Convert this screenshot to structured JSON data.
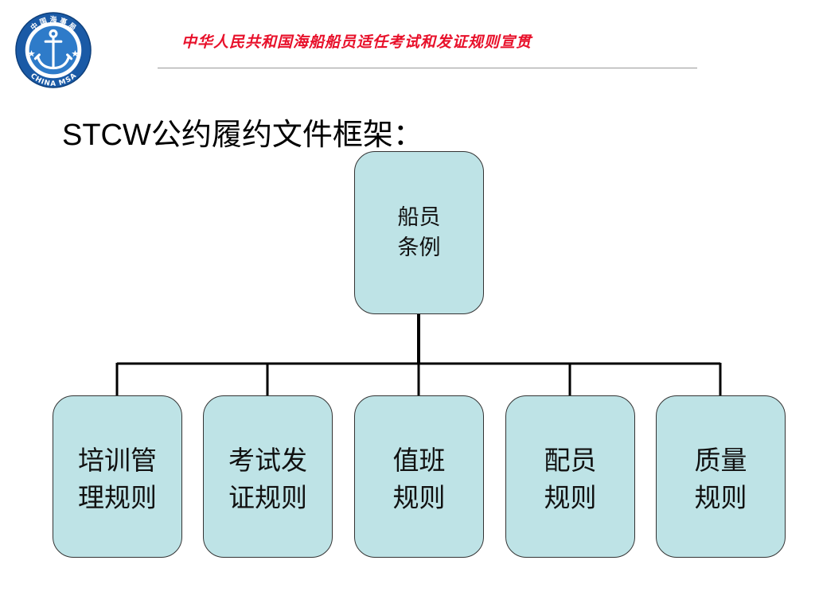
{
  "header": {
    "title": "中华人民共和国海船船员适任考试和发证规则宣贯",
    "logo": {
      "top_text": "中 国 海 事 局",
      "bottom_text": "CHINA MSA",
      "icon": "anchor-icon",
      "colors": {
        "ring": "#1a5aa6",
        "inner": "#2e7bc9",
        "white": "#ffffff"
      }
    },
    "title_color": "#e8102a"
  },
  "heading": {
    "latin": "STCW",
    "cjk": "公约履约文件框架："
  },
  "diagram": {
    "root": {
      "label": "船员\n条例"
    },
    "children": [
      {
        "label": "培训管\n理规则"
      },
      {
        "label": "考试发\n证规则"
      },
      {
        "label": "值班\n规则"
      },
      {
        "label": "配员\n规则"
      },
      {
        "label": "质量\n规则"
      }
    ],
    "colors": {
      "node_fill": "#bee3e6",
      "node_border": "#333333",
      "connector": "#000000"
    }
  }
}
